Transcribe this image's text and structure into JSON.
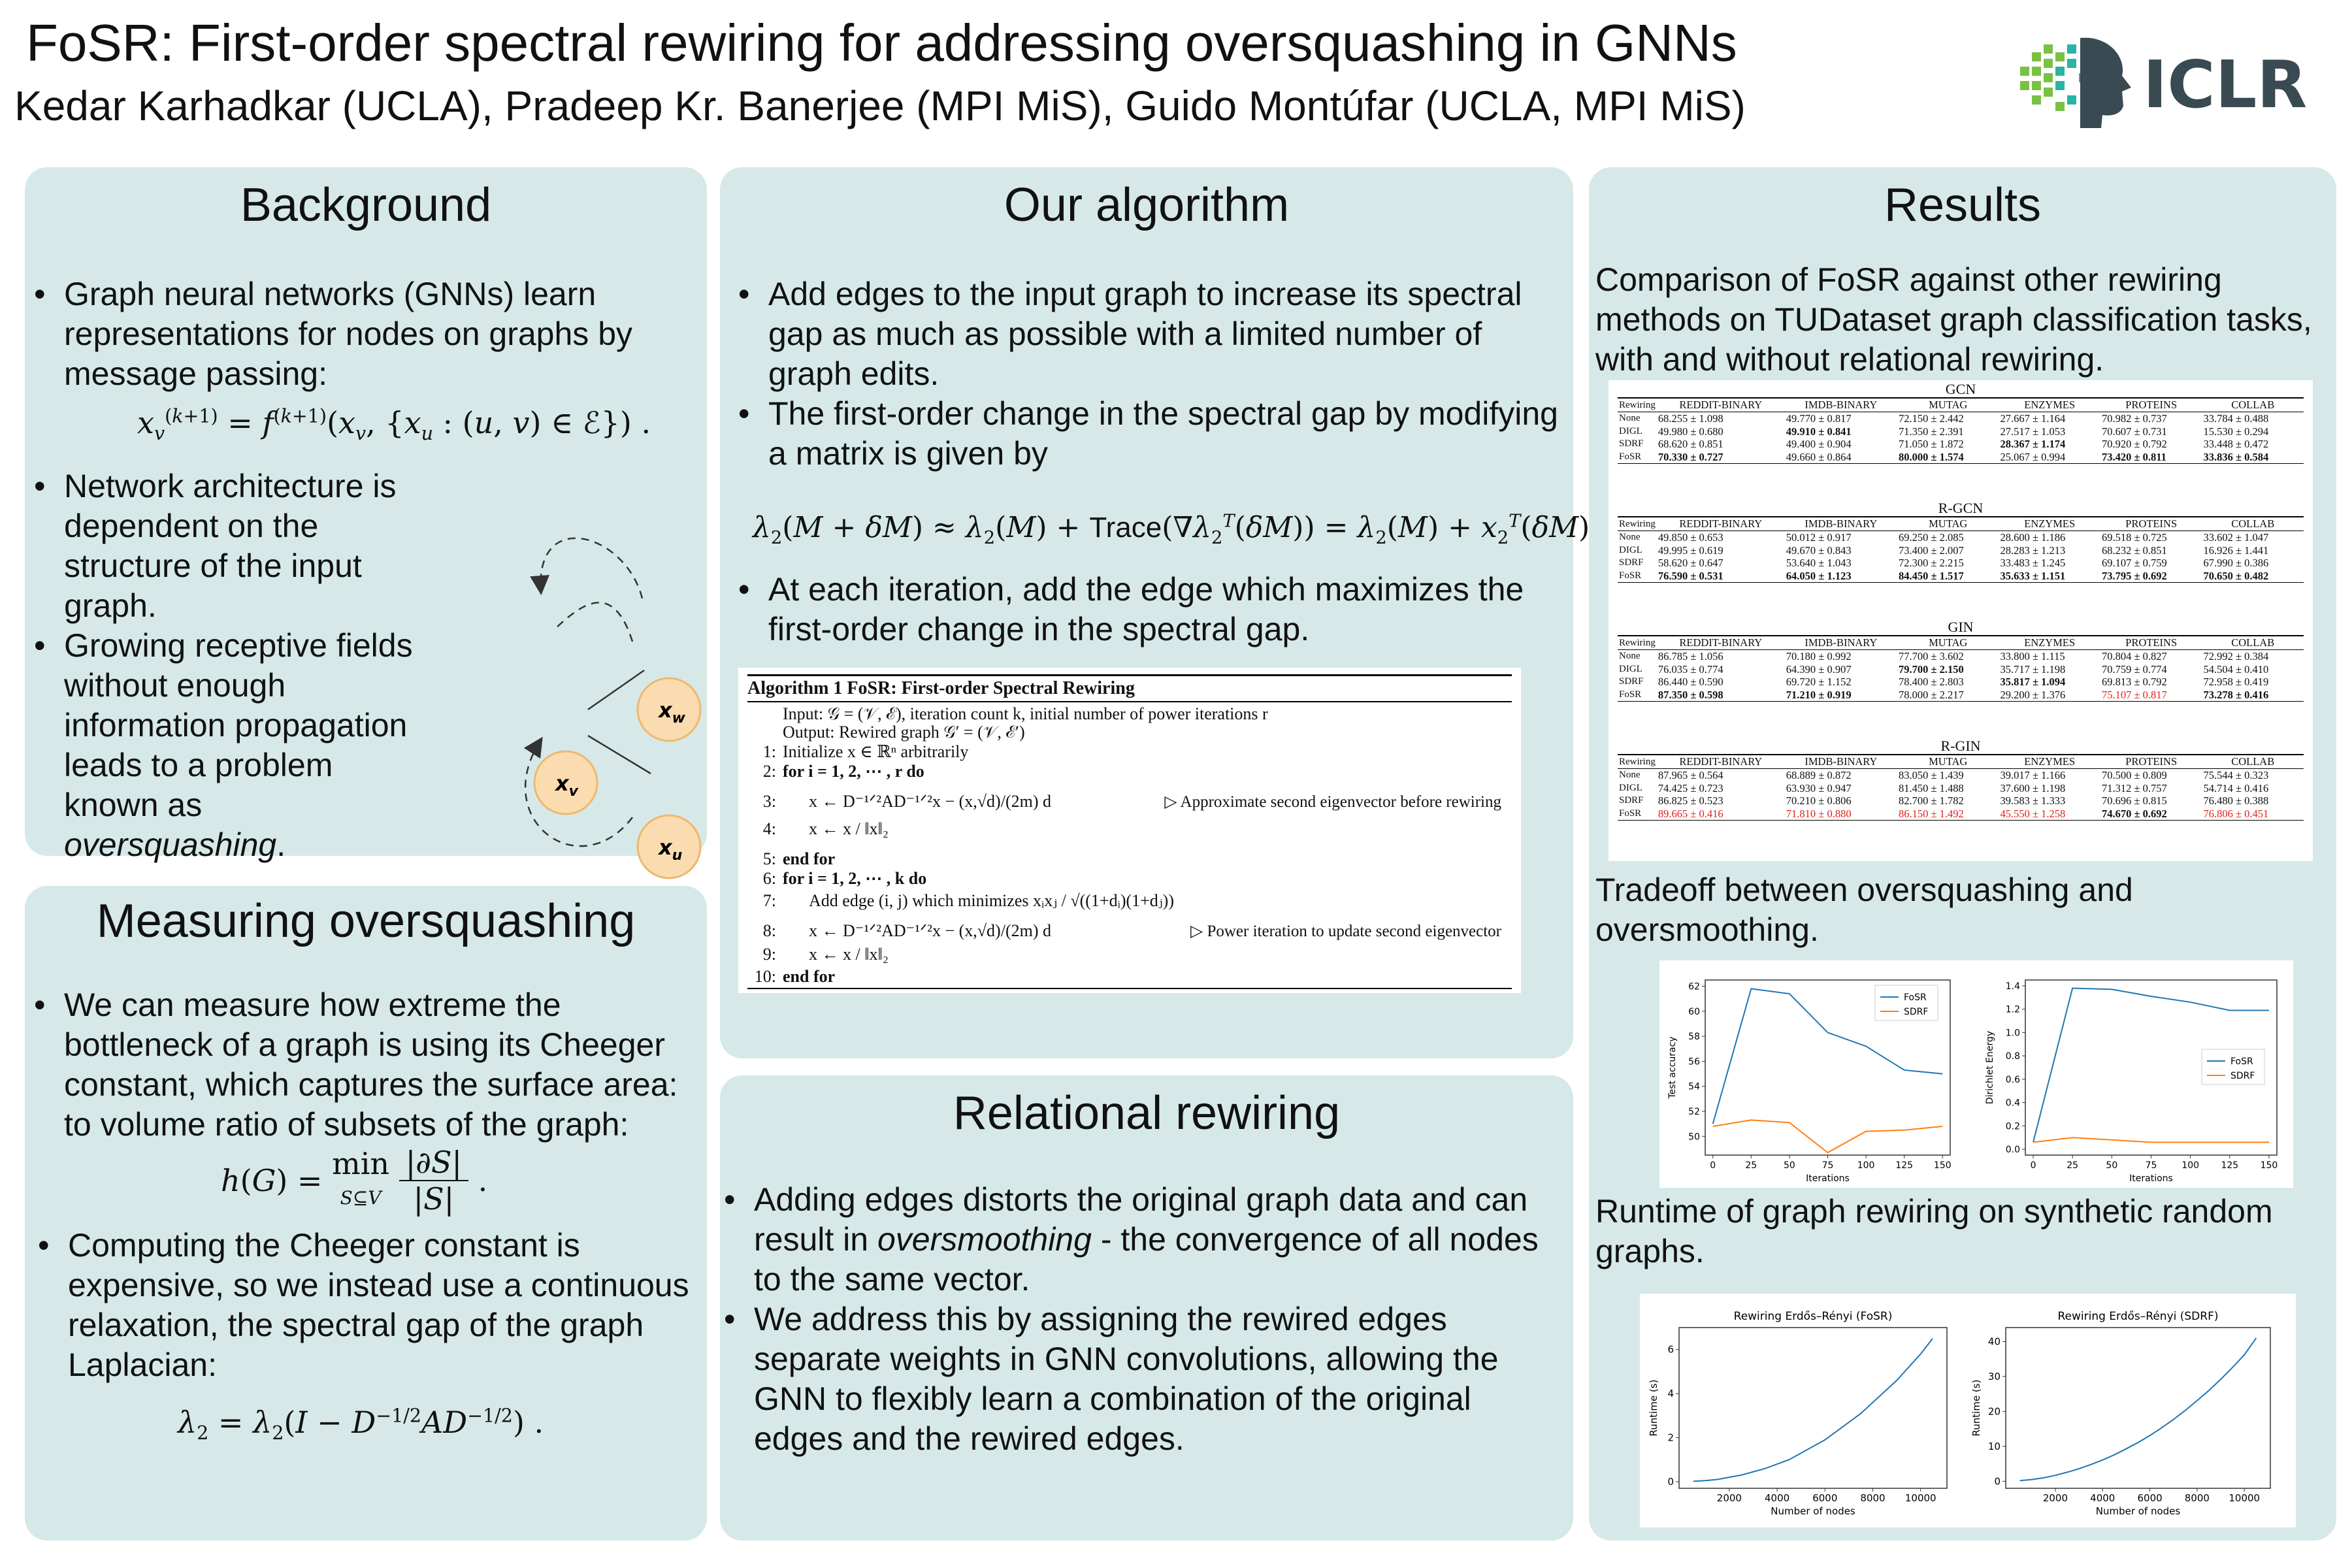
{
  "header": {
    "title": "FoSR: First-order spectral rewiring for addressing oversquashing in GNNs",
    "authors": "Kedar Karhadkar (UCLA), Pradeep Kr. Banerjee (MPI MiS), Guido Montúfar (UCLA, MPI MiS)",
    "logo_text": "ICLR"
  },
  "background": {
    "title": "Background",
    "bullet1": "Graph neural networks (GNNs) learn representations for nodes on graphs by message passing:",
    "bullet2": "Network architecture is dependent on the structure of the input graph.",
    "bullet3_pre": "Growing receptive fields without enough information propagation leads to a problem known as ",
    "bullet3_em": "oversquashing",
    "bullet3_post": ".",
    "nodes": [
      "x_w",
      "x_v",
      "x_u"
    ]
  },
  "algorithm": {
    "title": "Our algorithm",
    "bullet1": "Add edges to the input graph to increase its spectral gap as much as possible with a limited number of graph edits.",
    "bullet2": "The first-order change in the spectral gap by modifying a matrix is given by",
    "bullet3": "At each iteration, add the edge which maximizes the first-order change in the spectral gap.",
    "box": {
      "header": "Algorithm 1 FoSR: First-order Spectral Rewiring",
      "input": "Input: 𝒢 = (𝒱, ℰ), iteration count k, initial number of power iterations r",
      "output": "Output: Rewired graph 𝒢′ = (𝒱, ℰ′)",
      "lines": [
        {
          "n": "1:",
          "text": "Initialize x ∈ ℝⁿ arbitrarily"
        },
        {
          "n": "2:",
          "text": "for i = 1, 2, ⋯ , r do"
        },
        {
          "n": "3:",
          "text": "x ← D⁻¹ᐟ²AD⁻¹ᐟ²x − (x,√d)/(2m) d"
        },
        {
          "n": "4:",
          "text": "x ← x / ‖x‖₂"
        },
        {
          "n": "5:",
          "text": "end for"
        },
        {
          "n": "6:",
          "text": "for i = 1, 2, ⋯ , k do"
        },
        {
          "n": "7:",
          "text": "Add edge (i, j) which minimizes xᵢxⱼ / √((1+dᵢ)(1+dⱼ))"
        },
        {
          "n": "8:",
          "text": "x ← D⁻¹ᐟ²AD⁻¹ᐟ²x − (x,√d)/(2m) d"
        },
        {
          "n": "9:",
          "text": "x ← x / ‖x‖₂"
        },
        {
          "n": "10:",
          "text": "end for"
        }
      ],
      "comment1": "▷ Approximate second eigenvector before rewiring",
      "comment2": "▷ Power iteration to update second eigenvector"
    }
  },
  "measuring": {
    "title": "Measuring oversquashing",
    "bullet1": "We can measure how extreme the bottleneck of a graph is using its Cheeger constant, which captures the surface area: to volume ratio of subsets of the graph:",
    "bullet2": "Computing the Cheeger constant is expensive, so we instead use a continuous relaxation, the spectral gap of the graph Laplacian:"
  },
  "relational": {
    "title": "Relational rewiring",
    "bullet1_pre": "Adding edges distorts the original graph data and can result in ",
    "bullet1_em": "oversmoothing",
    "bullet1_post": " - the convergence of all nodes to the same vector.",
    "bullet2": "We address this by assigning the rewired edges separate weights in GNN convolutions, allowing the GNN to flexibly learn a combination of the original edges and the rewired edges."
  },
  "results": {
    "title": "Results",
    "intro": "Comparison of FoSR against other rewiring methods on TUDataset graph classification tasks, with and without relational rewiring.",
    "tradeoff_caption": "Tradeoff between oversquashing and oversmoothing.",
    "runtime_caption": "Runtime of graph rewiring on synthetic random graphs.",
    "table_headers": [
      "Rewiring",
      "REDDIT-BINARY",
      "IMDB-BINARY",
      "MUTAG",
      "ENZYMES",
      "PROTEINS",
      "COLLAB"
    ],
    "tables": [
      {
        "name": "GCN",
        "rows": [
          {
            "method": "None",
            "cells": [
              {
                "v": "68.255 ± 1.098"
              },
              {
                "v": "49.770 ± 0.817"
              },
              {
                "v": "72.150 ± 2.442"
              },
              {
                "v": "27.667 ± 1.164"
              },
              {
                "v": "70.982 ± 0.737"
              },
              {
                "v": "33.784 ± 0.488"
              }
            ]
          },
          {
            "method": "DIGL",
            "cells": [
              {
                "v": "49.980 ± 0.680"
              },
              {
                "v": "49.910 ± 0.841",
                "b": true
              },
              {
                "v": "71.350 ± 2.391"
              },
              {
                "v": "27.517 ± 1.053"
              },
              {
                "v": "70.607 ± 0.731"
              },
              {
                "v": "15.530 ± 0.294"
              }
            ]
          },
          {
            "method": "SDRF",
            "cells": [
              {
                "v": "68.620 ± 0.851"
              },
              {
                "v": "49.400 ± 0.904"
              },
              {
                "v": "71.050 ± 1.872"
              },
              {
                "v": "28.367 ± 1.174",
                "b": true
              },
              {
                "v": "70.920 ± 0.792"
              },
              {
                "v": "33.448 ± 0.472"
              }
            ]
          },
          {
            "method": "FoSR",
            "cells": [
              {
                "v": "70.330 ± 0.727",
                "b": true
              },
              {
                "v": "49.660 ± 0.864"
              },
              {
                "v": "80.000 ± 1.574",
                "b": true
              },
              {
                "v": "25.067 ± 0.994"
              },
              {
                "v": "73.420 ± 0.811",
                "b": true
              },
              {
                "v": "33.836 ± 0.584",
                "b": true
              }
            ]
          }
        ]
      },
      {
        "name": "R-GCN",
        "rows": [
          {
            "method": "None",
            "cells": [
              {
                "v": "49.850 ± 0.653"
              },
              {
                "v": "50.012 ± 0.917"
              },
              {
                "v": "69.250 ± 2.085"
              },
              {
                "v": "28.600 ± 1.186"
              },
              {
                "v": "69.518 ± 0.725"
              },
              {
                "v": "33.602 ± 1.047"
              }
            ]
          },
          {
            "method": "DIGL",
            "cells": [
              {
                "v": "49.995 ± 0.619"
              },
              {
                "v": "49.670 ± 0.843"
              },
              {
                "v": "73.400 ± 2.007"
              },
              {
                "v": "28.283 ± 1.213"
              },
              {
                "v": "68.232 ± 0.851"
              },
              {
                "v": "16.926 ± 1.441"
              }
            ]
          },
          {
            "method": "SDRF",
            "cells": [
              {
                "v": "58.620 ± 0.647"
              },
              {
                "v": "53.640 ± 1.043"
              },
              {
                "v": "72.300 ± 2.215"
              },
              {
                "v": "33.483 ± 1.245"
              },
              {
                "v": "69.107 ± 0.759"
              },
              {
                "v": "67.990 ± 0.386"
              }
            ]
          },
          {
            "method": "FoSR",
            "cells": [
              {
                "v": "76.590 ± 0.531",
                "b": true
              },
              {
                "v": "64.050 ± 1.123",
                "b": true
              },
              {
                "v": "84.450 ± 1.517",
                "b": true
              },
              {
                "v": "35.633 ± 1.151",
                "b": true
              },
              {
                "v": "73.795 ± 0.692",
                "b": true
              },
              {
                "v": "70.650 ± 0.482",
                "b": true
              }
            ]
          }
        ]
      },
      {
        "name": "GIN",
        "rows": [
          {
            "method": "None",
            "cells": [
              {
                "v": "86.785 ± 1.056"
              },
              {
                "v": "70.180 ± 0.992"
              },
              {
                "v": "77.700 ± 3.602"
              },
              {
                "v": "33.800 ± 1.115"
              },
              {
                "v": "70.804 ± 0.827"
              },
              {
                "v": "72.992 ± 0.384"
              }
            ]
          },
          {
            "method": "DIGL",
            "cells": [
              {
                "v": "76.035 ± 0.774"
              },
              {
                "v": "64.390 ± 0.907"
              },
              {
                "v": "79.700 ± 2.150",
                "b": true
              },
              {
                "v": "35.717 ± 1.198"
              },
              {
                "v": "70.759 ± 0.774"
              },
              {
                "v": "54.504 ± 0.410"
              }
            ]
          },
          {
            "method": "SDRF",
            "cells": [
              {
                "v": "86.440 ± 0.590"
              },
              {
                "v": "69.720 ± 1.152"
              },
              {
                "v": "78.400 ± 2.803"
              },
              {
                "v": "35.817 ± 1.094",
                "b": true
              },
              {
                "v": "69.813 ± 0.792"
              },
              {
                "v": "72.958 ± 0.419"
              }
            ]
          },
          {
            "method": "FoSR",
            "cells": [
              {
                "v": "87.350 ± 0.598",
                "b": true
              },
              {
                "v": "71.210 ± 0.919",
                "b": true
              },
              {
                "v": "78.000 ± 2.217"
              },
              {
                "v": "29.200 ± 1.376"
              },
              {
                "v": "75.107 ± 0.817",
                "r": true
              },
              {
                "v": "73.278 ± 0.416",
                "b": true
              }
            ]
          }
        ]
      },
      {
        "name": "R-GIN",
        "rows": [
          {
            "method": "None",
            "cells": [
              {
                "v": "87.965 ± 0.564"
              },
              {
                "v": "68.889 ± 0.872"
              },
              {
                "v": "83.050 ± 1.439"
              },
              {
                "v": "39.017 ± 1.166"
              },
              {
                "v": "70.500 ± 0.809"
              },
              {
                "v": "75.544 ± 0.323"
              }
            ]
          },
          {
            "method": "DIGL",
            "cells": [
              {
                "v": "74.425 ± 0.723"
              },
              {
                "v": "63.930 ± 0.947"
              },
              {
                "v": "81.450 ± 1.488"
              },
              {
                "v": "37.600 ± 1.198"
              },
              {
                "v": "71.312 ± 0.757"
              },
              {
                "v": "54.714 ± 0.416"
              }
            ]
          },
          {
            "method": "SDRF",
            "cells": [
              {
                "v": "86.825 ± 0.523"
              },
              {
                "v": "70.210 ± 0.806"
              },
              {
                "v": "82.700 ± 1.782"
              },
              {
                "v": "39.583 ± 1.333"
              },
              {
                "v": "70.696 ± 0.815"
              },
              {
                "v": "76.480 ± 0.388"
              }
            ]
          },
          {
            "method": "FoSR",
            "cells": [
              {
                "v": "89.665 ± 0.416",
                "r": true
              },
              {
                "v": "71.810 ± 0.880",
                "r": true
              },
              {
                "v": "86.150 ± 1.492",
                "r": true
              },
              {
                "v": "45.550 ± 1.258",
                "r": true
              },
              {
                "v": "74.670 ± 0.692",
                "b": true
              },
              {
                "v": "76.806 ± 0.451",
                "r": true
              }
            ]
          }
        ]
      }
    ]
  },
  "chart_data": [
    {
      "type": "line",
      "xlabel": "Iterations",
      "ylabel": "Test accuracy",
      "x": [
        0,
        25,
        50,
        75,
        100,
        125,
        150
      ],
      "xlim": [
        -5,
        155
      ],
      "ylim": [
        48.5,
        62.5
      ],
      "yticks": [
        50,
        52,
        54,
        56,
        58,
        60,
        62
      ],
      "legend": "top-right",
      "series": [
        {
          "name": "FoSR",
          "color": "#1f77b4",
          "values": [
            51.0,
            61.8,
            61.4,
            58.3,
            57.2,
            55.3,
            55.0
          ]
        },
        {
          "name": "SDRF",
          "color": "#ff7f0e",
          "values": [
            50.8,
            51.3,
            51.1,
            48.7,
            50.4,
            50.5,
            50.8
          ]
        }
      ]
    },
    {
      "type": "line",
      "xlabel": "Iterations",
      "ylabel": "Dirichlet Energy",
      "x": [
        0,
        25,
        50,
        75,
        100,
        125,
        150
      ],
      "xlim": [
        -5,
        155
      ],
      "ylim": [
        -0.05,
        1.45
      ],
      "yticks": [
        0.0,
        0.2,
        0.4,
        0.6,
        0.8,
        1.0,
        1.2,
        1.4
      ],
      "legend": "center-right",
      "series": [
        {
          "name": "FoSR",
          "color": "#1f77b4",
          "values": [
            0.06,
            1.38,
            1.37,
            1.31,
            1.26,
            1.19,
            1.19
          ]
        },
        {
          "name": "SDRF",
          "color": "#ff7f0e",
          "values": [
            0.06,
            0.1,
            0.08,
            0.06,
            0.06,
            0.06,
            0.06
          ]
        }
      ]
    },
    {
      "type": "line",
      "title": "Rewiring Erdős–Rényi (FoSR)",
      "xlabel": "Number of nodes",
      "ylabel": "Runtime (s)",
      "x": [
        500,
        1000,
        1500,
        2000,
        2500,
        3000,
        3500,
        4000,
        4500,
        5000,
        5500,
        6000,
        6500,
        7000,
        7500,
        8000,
        8500,
        9000,
        9500,
        10000,
        10500
      ],
      "xlim": [
        -100,
        11100
      ],
      "ylim": [
        -0.3,
        7
      ],
      "xticks": [
        2000,
        4000,
        6000,
        8000,
        10000
      ],
      "yticks": [
        0,
        2,
        4,
        6
      ],
      "series": [
        {
          "name": "FoSR",
          "color": "#1f77b4",
          "values": [
            0.02,
            0.05,
            0.1,
            0.2,
            0.3,
            0.45,
            0.6,
            0.8,
            1.0,
            1.3,
            1.6,
            1.9,
            2.3,
            2.7,
            3.1,
            3.6,
            4.1,
            4.6,
            5.2,
            5.8,
            6.5
          ]
        }
      ]
    },
    {
      "type": "line",
      "title": "Rewiring Erdős–Rényi (SDRF)",
      "xlabel": "Number of nodes",
      "ylabel": "Runtime (s)",
      "x": [
        500,
        1000,
        1500,
        2000,
        2500,
        3000,
        3500,
        4000,
        4500,
        5000,
        5500,
        6000,
        6500,
        7000,
        7500,
        8000,
        8500,
        9000,
        9500,
        10000,
        10500
      ],
      "xlim": [
        -100,
        11100
      ],
      "ylim": [
        -2,
        44
      ],
      "xticks": [
        2000,
        4000,
        6000,
        8000,
        10000
      ],
      "yticks": [
        0,
        10,
        20,
        30,
        40
      ],
      "series": [
        {
          "name": "SDRF",
          "color": "#1f77b4",
          "values": [
            0.2,
            0.5,
            1.0,
            1.7,
            2.6,
            3.6,
            4.8,
            6.1,
            7.6,
            9.3,
            11.1,
            13.1,
            15.3,
            17.7,
            20.3,
            23.1,
            26.0,
            29.2,
            32.6,
            36.2,
            41.0
          ]
        }
      ]
    }
  ]
}
